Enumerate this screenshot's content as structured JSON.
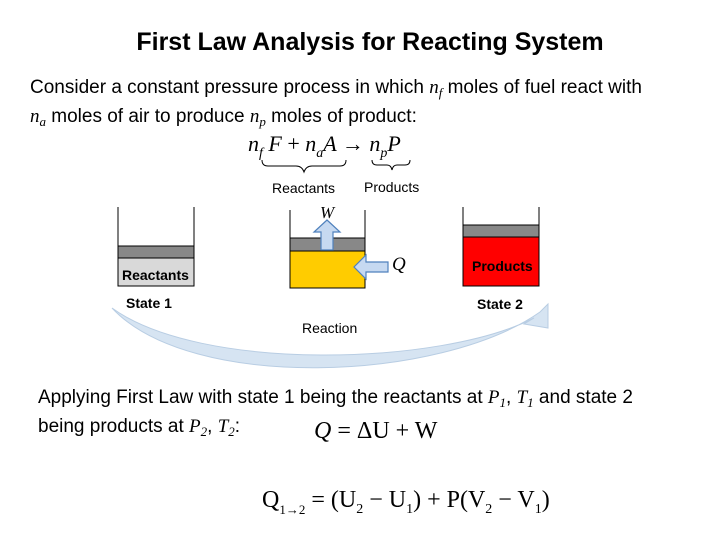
{
  "title": "First Law Analysis for Reacting System",
  "intro": {
    "line1_a": "Consider a constant pressure process in which ",
    "nf_base": "n",
    "nf_sub": "f",
    "line1_b": " moles of fuel react with",
    "na_base": "n",
    "na_sub": "a",
    "line2_a": " moles of air to produce ",
    "np_base": "n",
    "np_sub": "p",
    "line2_b": " moles of product:"
  },
  "reaction_equation": {
    "nf": "n",
    "f_sub": "f",
    "F": "F",
    "plus": "+",
    "na": "n",
    "a_sub": "a",
    "A": "A",
    "arrow": "→",
    "np": "n",
    "p_sub": "p",
    "P": "P"
  },
  "brace_labels": {
    "reactants": "Reactants",
    "products": "Products"
  },
  "diagram": {
    "state1_tank_label": "Reactants",
    "state1_label": "State 1",
    "work_symbol": "W",
    "heat_symbol": "Q",
    "state2_tank_label": "Products",
    "state2_label": "State 2",
    "reaction_label": "Reaction",
    "colors": {
      "reactants_fill": "#d9d9d9",
      "reaction_fill": "#ffcc00",
      "products_fill": "#ff0000",
      "arrow_fill": "#c6d9f1",
      "arrow_stroke": "#4f81bd",
      "curve_fill": "#cfe0f0"
    }
  },
  "conclusion": {
    "line1_a": "Applying First Law with state 1 being the reactants at ",
    "P1_base": "P",
    "P1_sub": "1",
    "sep1": ", ",
    "T1_base": "T",
    "T1_sub": "1",
    "line1_b": " and state 2",
    "line2_a": "being products at ",
    "P2_base": "P",
    "P2_sub": "2",
    "sep2": ", ",
    "T2_base": "T",
    "T2_sub": "2",
    "line2_b": ":"
  },
  "equation1": {
    "lhs": "Q",
    "rest": " = ΔU + W"
  },
  "equation2": {
    "Q": "Q",
    "Q_sub": "1→2",
    "rest": " = (U",
    "U2_sub": "2",
    "minus1": " − U",
    "U1_sub": "1",
    "mid": ") + P(V",
    "V2_sub": "2",
    "minus2": " − V",
    "V1_sub": "1",
    "close": ")"
  }
}
